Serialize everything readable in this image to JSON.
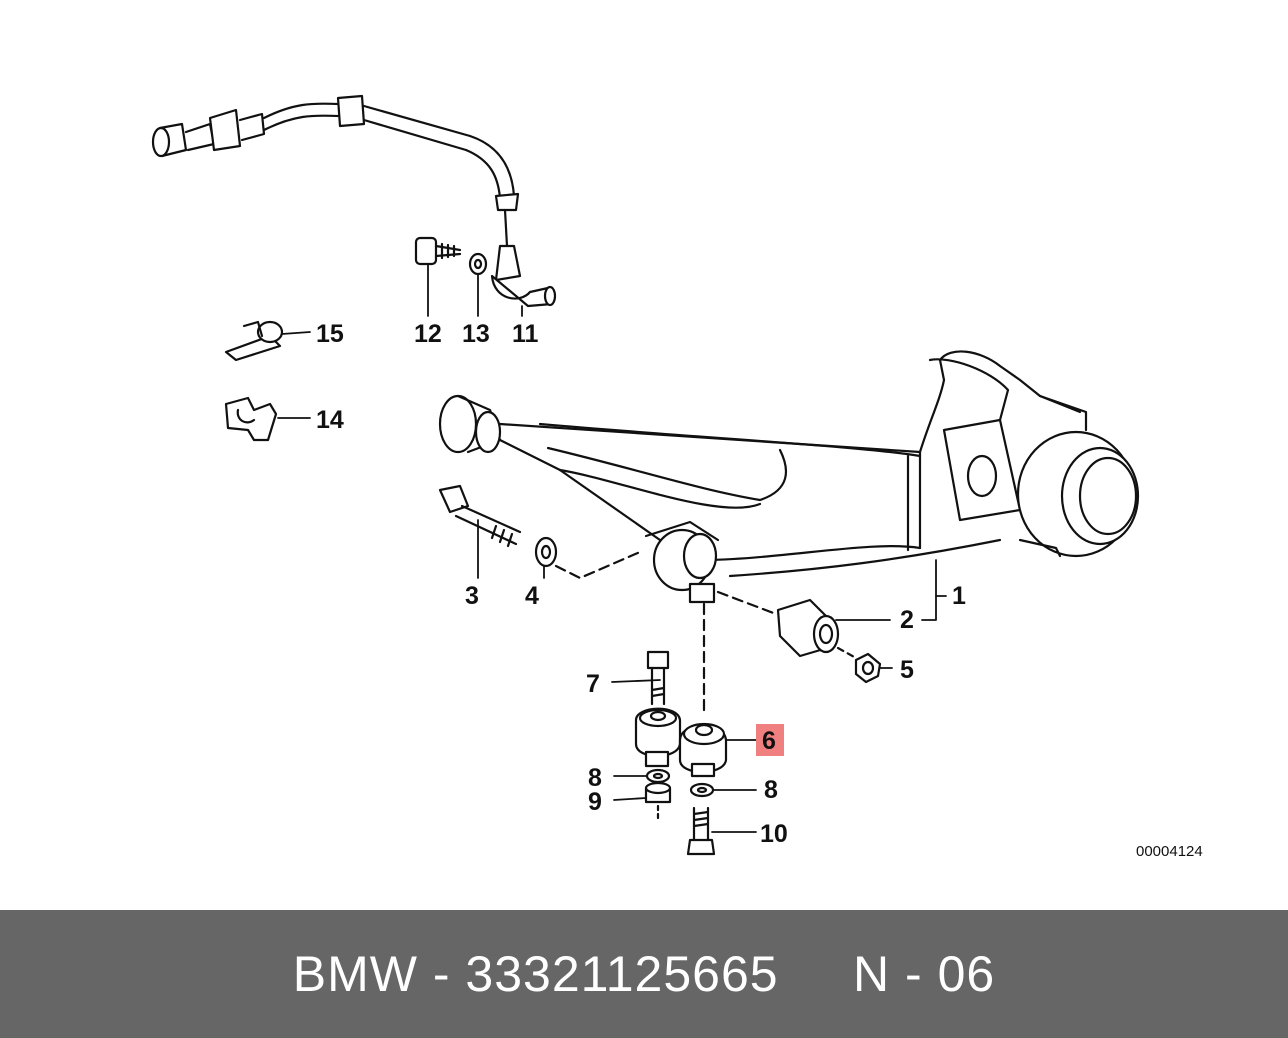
{
  "diagram": {
    "callouts": [
      {
        "id": "1",
        "label": "1",
        "highlighted": false
      },
      {
        "id": "2",
        "label": "2",
        "highlighted": false
      },
      {
        "id": "3",
        "label": "3",
        "highlighted": false
      },
      {
        "id": "4",
        "label": "4",
        "highlighted": false
      },
      {
        "id": "5",
        "label": "5",
        "highlighted": false
      },
      {
        "id": "6",
        "label": "6",
        "highlighted": true
      },
      {
        "id": "7",
        "label": "7",
        "highlighted": false
      },
      {
        "id": "8a",
        "label": "8",
        "highlighted": false
      },
      {
        "id": "8b",
        "label": "8",
        "highlighted": false
      },
      {
        "id": "9",
        "label": "9",
        "highlighted": false
      },
      {
        "id": "10",
        "label": "10",
        "highlighted": false
      },
      {
        "id": "11",
        "label": "11",
        "highlighted": false
      },
      {
        "id": "12",
        "label": "12",
        "highlighted": false
      },
      {
        "id": "13",
        "label": "13",
        "highlighted": false
      },
      {
        "id": "14",
        "label": "14",
        "highlighted": false
      },
      {
        "id": "15",
        "label": "15",
        "highlighted": false
      }
    ],
    "reference_number": "00004124",
    "highlight_color": "#f08080"
  },
  "footer": {
    "text": "BMW - 33321125665     N - 06",
    "background": "#666666",
    "text_color": "#ffffff"
  }
}
